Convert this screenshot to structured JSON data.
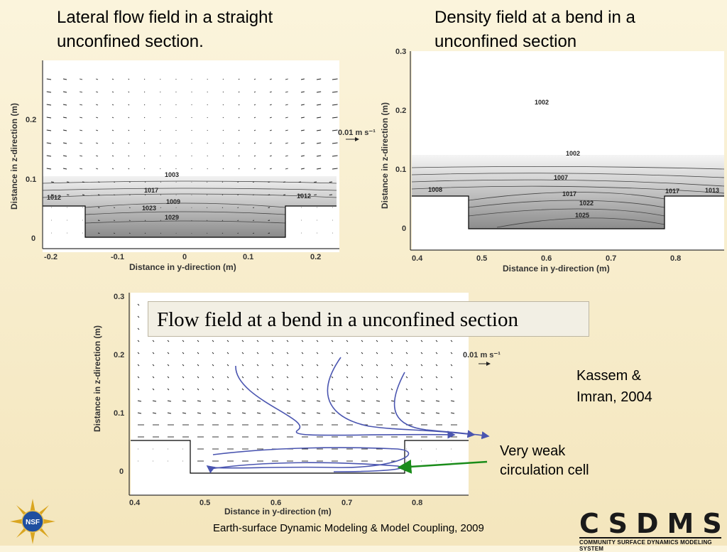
{
  "panels": {
    "top_left": {
      "title": "Lateral flow field in a straight\nunconfined section.",
      "xlabel": "Distance in y-direction (m)",
      "ylabel": "Distance in z-direction (m)",
      "xticks": [
        "-0.2",
        "-0.1",
        "0",
        "0.1",
        "0.2"
      ],
      "yticks": [
        "0",
        "0.1",
        "0.2"
      ],
      "scale_label": "0.01 m s⁻¹",
      "contour_labels": [
        "1003",
        "1012",
        "1017",
        "1009",
        "1012",
        "1023",
        "1029"
      ]
    },
    "top_right": {
      "title": "Density field at a bend in a\nunconfined section",
      "xlabel": "Distance in y-direction (m)",
      "ylabel": "Distance in z-direction (m)",
      "xticks": [
        "0.4",
        "0.5",
        "0.6",
        "0.7",
        "0.8"
      ],
      "yticks": [
        "0",
        "0.1",
        "0.2",
        "0.3"
      ],
      "contour_labels": [
        "1002",
        "1002",
        "1007",
        "1008",
        "1017",
        "1017",
        "1013",
        "1022",
        "1025"
      ]
    },
    "bottom": {
      "caption": "Flow field at a bend in a unconfined section",
      "xlabel": "Distance in y-direction (m)",
      "ylabel": "Distance in z-direction (m)",
      "xticks": [
        "0.4",
        "0.5",
        "0.6",
        "0.7",
        "0.8"
      ],
      "yticks": [
        "0",
        "0.1",
        "0.2",
        "0.3"
      ],
      "scale_label": "0.01 m s⁻¹"
    }
  },
  "citation": "Kassem &\nImran, 2004",
  "annotation": "Very weak\ncirculation cell",
  "footer": "Earth-surface Dynamic Modeling & Model Coupling, 2009",
  "logos": {
    "nsf": "NSF",
    "csdms": "CSDMS",
    "csdms_sub": "COMMUNITY SURFACE DYNAMICS MODELING SYSTEM"
  },
  "colors": {
    "arrow_green": "#1a8c1a",
    "streamline_blue": "#4a55b0"
  }
}
